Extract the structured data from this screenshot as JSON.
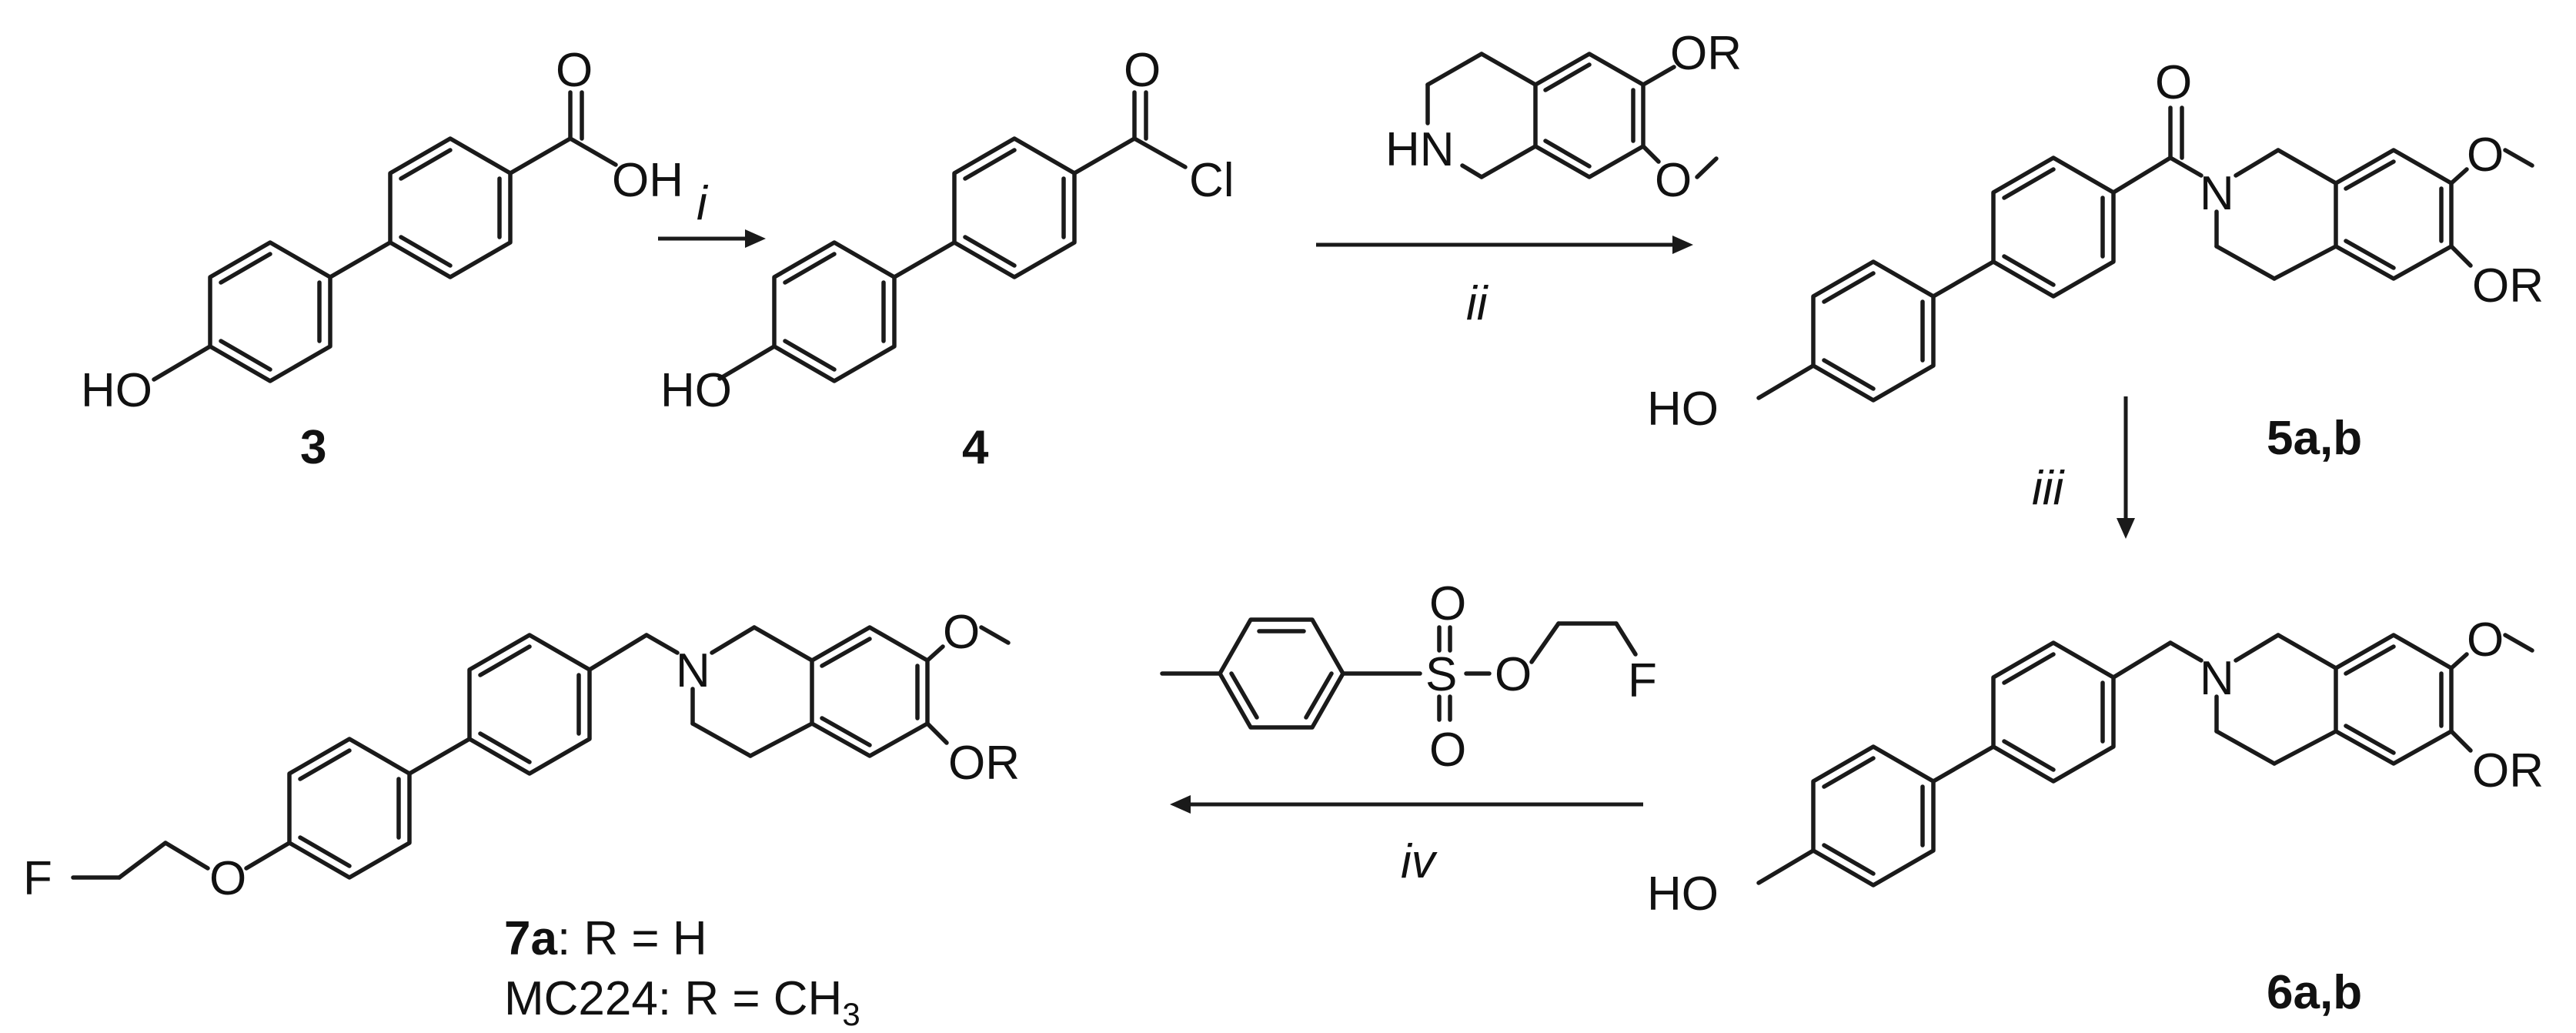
{
  "compounds": {
    "c3": {
      "label": "3"
    },
    "c4": {
      "label": "4"
    },
    "c5": {
      "label": "5a,b"
    },
    "c6": {
      "label": "6a,b"
    },
    "c7": {
      "label": "7a",
      "caption_rest": ": R = H",
      "second_line": "MC224: R = CH",
      "second_sub": "3"
    }
  },
  "steps": {
    "i": "i",
    "ii": "ii",
    "iii": "iii",
    "iv": "iv"
  },
  "atoms": {
    "O": "O",
    "OH": "OH",
    "HO": "HO",
    "Cl": "Cl",
    "N": "N",
    "HN": "HN",
    "OR": "OR",
    "F": "F",
    "S": "S"
  }
}
